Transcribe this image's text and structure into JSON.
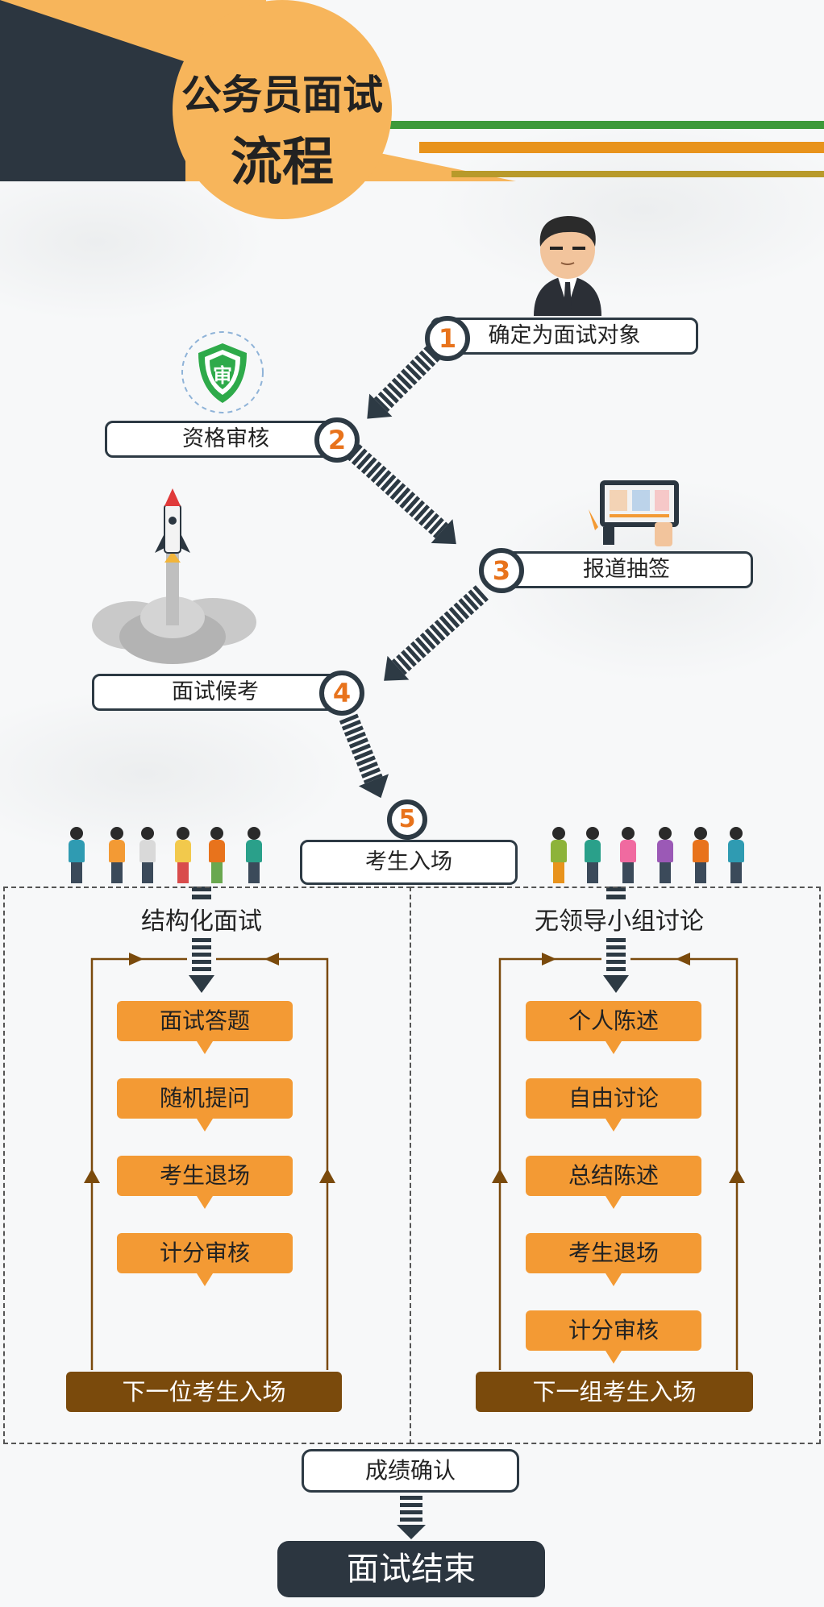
{
  "header": {
    "title_line1": "公务员面试",
    "title_line2": "流程"
  },
  "steps": [
    {
      "number": "1",
      "label": "确定为面试对象"
    },
    {
      "number": "2",
      "label": "资格审核"
    },
    {
      "number": "3",
      "label": "报道抽签"
    },
    {
      "number": "4",
      "label": "面试候考"
    },
    {
      "number": "5",
      "label": "考生入场"
    }
  ],
  "shield_glyph": "审",
  "left_panel": {
    "title": "结构化面试",
    "items": [
      "面试答题",
      "随机提问",
      "考生退场",
      "计分审核"
    ],
    "footer": "下一位考生入场"
  },
  "right_panel": {
    "title": "无领导小组讨论",
    "items": [
      "个人陈述",
      "自由讨论",
      "总结陈述",
      "考生退场",
      "计分审核"
    ],
    "footer": "下一组考生入场"
  },
  "confirm": "成绩确认",
  "end": "面试结束",
  "colors": {
    "dark": "#2c3640",
    "orange": "#f39a34",
    "accent_orange": "#e8731c",
    "brown": "#7a4a0c",
    "green": "#3d9a3a",
    "gold": "#f7b55b"
  }
}
